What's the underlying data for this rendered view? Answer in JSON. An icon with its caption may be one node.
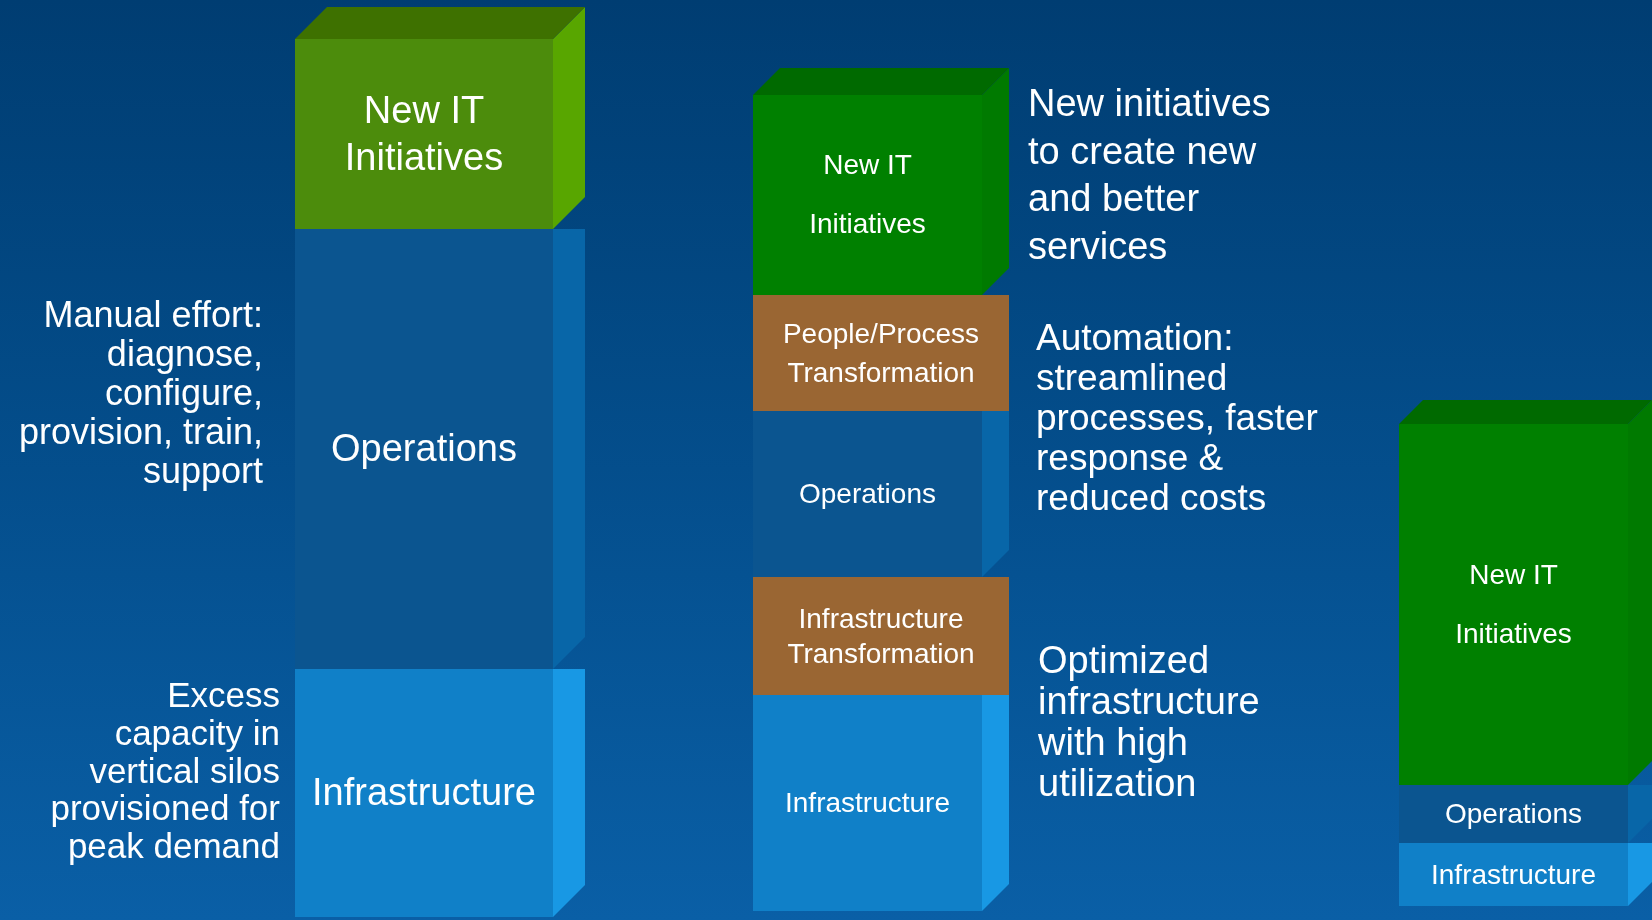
{
  "diagram": {
    "nodes": [
      {
        "text": [
          "New IT Initiatives"
        ]
      },
      {
        "text": [
          "Operations"
        ]
      },
      {
        "text": [
          "Infrastructure"
        ]
      },
      {
        "text": [
          "New IT Initiatives"
        ]
      },
      {
        "text": [
          "People/Process Transformation"
        ]
      },
      {
        "text": [
          "Operations"
        ]
      },
      {
        "text": [
          "Infrastructure Transformation"
        ]
      },
      {
        "text": [
          "Infrastructure"
        ]
      },
      {
        "text": [
          "New IT Initiatives"
        ]
      },
      {
        "text": [
          "Operations"
        ]
      },
      {
        "text": [
          "Infrastructure"
        ]
      }
    ],
    "labels": [
      "Manual effort: diagnose, configure, provision, train, support",
      "Excess capacity in vertical silos provisioned for peak demand",
      "New initiatives to create new and better services",
      "Automation: streamlined processes, faster response & reduced costs",
      "Optimized infrastructure with high utilization"
    ]
  }
}
